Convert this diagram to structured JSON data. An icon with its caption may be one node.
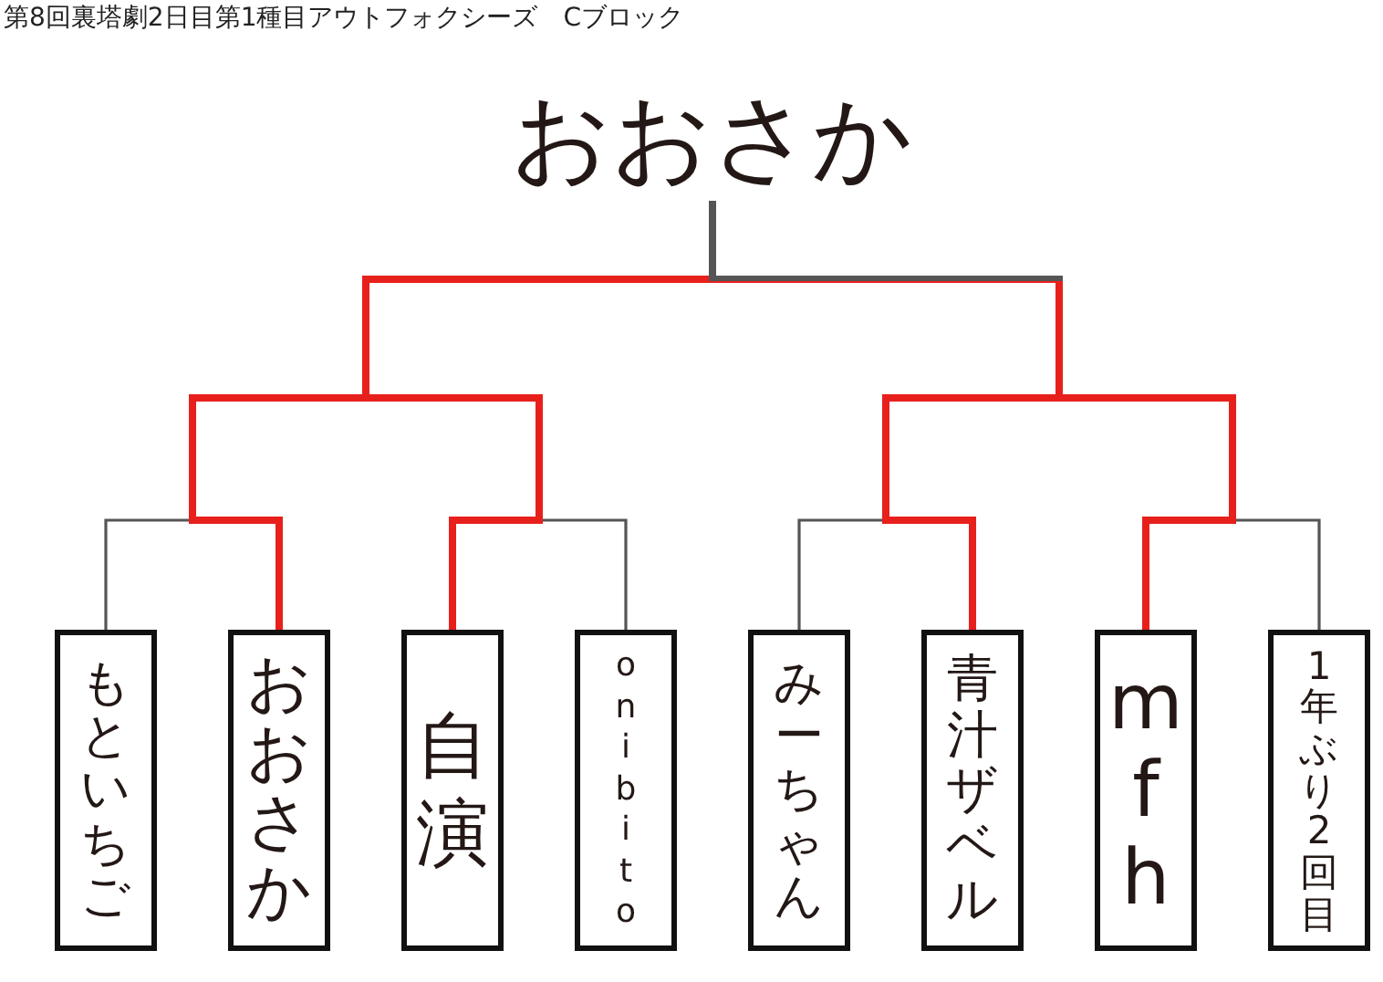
{
  "diagram": {
    "title": "第8回裏塔劇2日目第1種目アウトフォクシーズ　Cブロック",
    "nodes": [
      {
        "text": [
          "おおさか"
        ]
      },
      {
        "text": [
          "もといちご"
        ]
      },
      {
        "text": [
          "おおさか"
        ]
      },
      {
        "text": [
          "自演"
        ]
      },
      {
        "text": [
          "onibito"
        ]
      },
      {
        "text": [
          "みーちゃん"
        ]
      },
      {
        "text": [
          "青汁ザベル"
        ]
      },
      {
        "text": [
          "mfh"
        ]
      },
      {
        "text": [
          "1年ぶり2回目"
        ]
      }
    ],
    "edges": [
      {
        "from": 1,
        "to": 0,
        "arrow": "none"
      },
      {
        "from": 2,
        "to": 0,
        "arrow": "none",
        "style": "thick",
        "color": "#e8201c"
      },
      {
        "from": 3,
        "to": 0,
        "arrow": "none",
        "style": "thick",
        "color": "#e8201c"
      },
      {
        "from": 4,
        "to": 0,
        "arrow": "none"
      },
      {
        "from": 5,
        "to": 0,
        "arrow": "none"
      },
      {
        "from": 6,
        "to": 0,
        "arrow": "none",
        "style": "thick",
        "color": "#e8201c"
      },
      {
        "from": 7,
        "to": 0,
        "arrow": "none",
        "style": "thick",
        "color": "#e8201c"
      },
      {
        "from": 8,
        "to": 0,
        "arrow": "none"
      }
    ]
  }
}
